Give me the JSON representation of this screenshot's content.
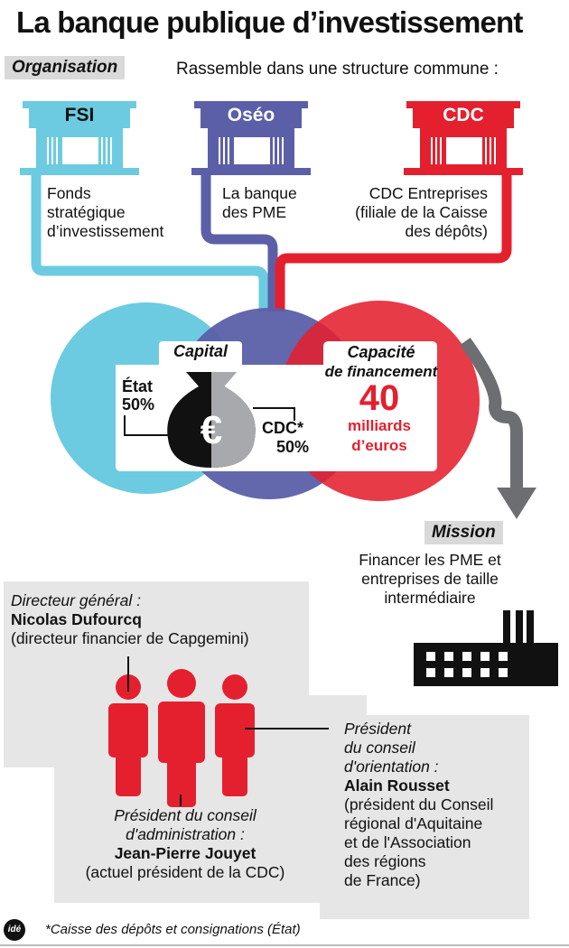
{
  "title": "La banque publique d’investissement",
  "organisation": {
    "tag": "Organisation",
    "subtitle": "Rassemble dans une structure commune :"
  },
  "entities": [
    {
      "name": "FSI",
      "desc": [
        "Fonds",
        "stratégique",
        "d’investissement"
      ],
      "color": "#6ccbe0"
    },
    {
      "name": "Oséo",
      "desc": [
        "La banque",
        "des PME"
      ],
      "color": "#5b5fa8"
    },
    {
      "name": "CDC",
      "desc": [
        "CDC Entreprises",
        "(filiale de la Caisse",
        "des dépôts)"
      ],
      "color": "#e4202f"
    }
  ],
  "capital": {
    "label": "Capital",
    "etat": "État",
    "etat_pct": "50%",
    "cdc": "CDC*",
    "cdc_pct": "50%",
    "currency_symbol": "€"
  },
  "capacity": {
    "label1": "Capacité",
    "label2": "de financement",
    "value": "40",
    "unit1": "milliards",
    "unit2": "d’euros"
  },
  "mission": {
    "tag": "Mission",
    "text": [
      "Financer les PME et",
      "entreprises de taille",
      "intermédiaire"
    ]
  },
  "people": {
    "dg": {
      "role": "Directeur général :",
      "name": "Nicolas Dufourcq",
      "note": "(directeur financier de Capgemini)"
    },
    "pca": {
      "role1": "Président du conseil",
      "role2": "d'administration :",
      "name": "Jean-Pierre Jouyet",
      "note": "(actuel président de la CDC)"
    },
    "pco": {
      "role": [
        "Président",
        "du conseil",
        "d'orientation :"
      ],
      "name": "Alain Rousset",
      "note": [
        "(président du Conseil",
        "régional d'Aquitaine",
        "et de l'Association",
        "des régions",
        "de France)"
      ]
    }
  },
  "footer": {
    "logo": "idé",
    "note": "*Caisse des dépôts et consignations (État)"
  }
}
